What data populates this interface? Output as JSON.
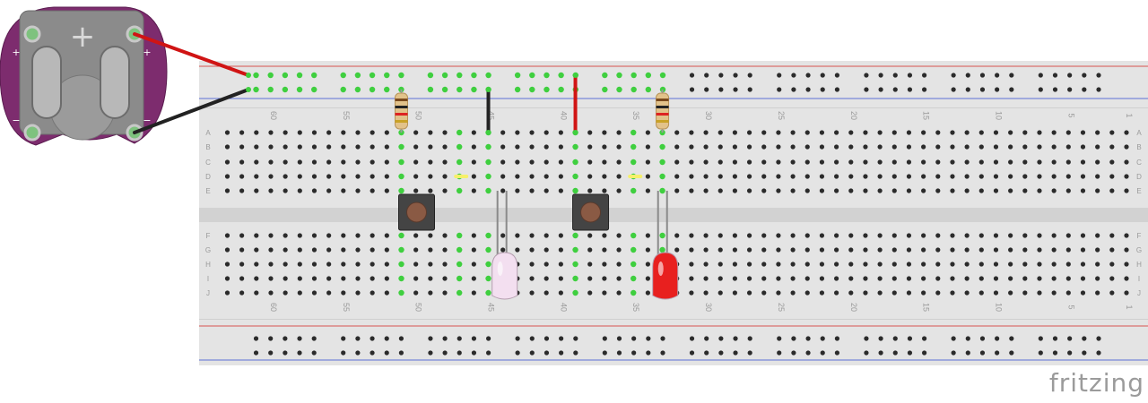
{
  "brand": "fritzing",
  "breadboard": {
    "columns": 63,
    "row_letters_top": [
      "A",
      "B",
      "C",
      "D",
      "E"
    ],
    "row_letters_bottom": [
      "F",
      "G",
      "H",
      "I",
      "J"
    ],
    "column_number_labels": [
      "60",
      "55",
      "50",
      "45",
      "40",
      "35",
      "30",
      "25",
      "20",
      "15",
      "10",
      "5",
      "1"
    ]
  },
  "battery_holder": {
    "plus_sign": "+",
    "minus_sign": "−",
    "pin_labels": [
      "+",
      "+",
      "−",
      "−"
    ]
  },
  "components": {
    "leds": [
      "white-led",
      "red-led"
    ],
    "resistors": 2,
    "pushbuttons": 2
  },
  "colors": {
    "board": "#e4e4e4",
    "red_rail": "#d9534f",
    "blue_rail": "#5b6fd6",
    "active_hole": "#3fcf3f",
    "holder_body": "#7d2c6e",
    "red_wire": "#d01414",
    "black_wire": "#222222",
    "red_led": "#e8201f",
    "white_led": "#f3dff0",
    "button_body": "#444444",
    "button_cap": "#8a5a44",
    "brand_text": "#9b9b9b"
  }
}
